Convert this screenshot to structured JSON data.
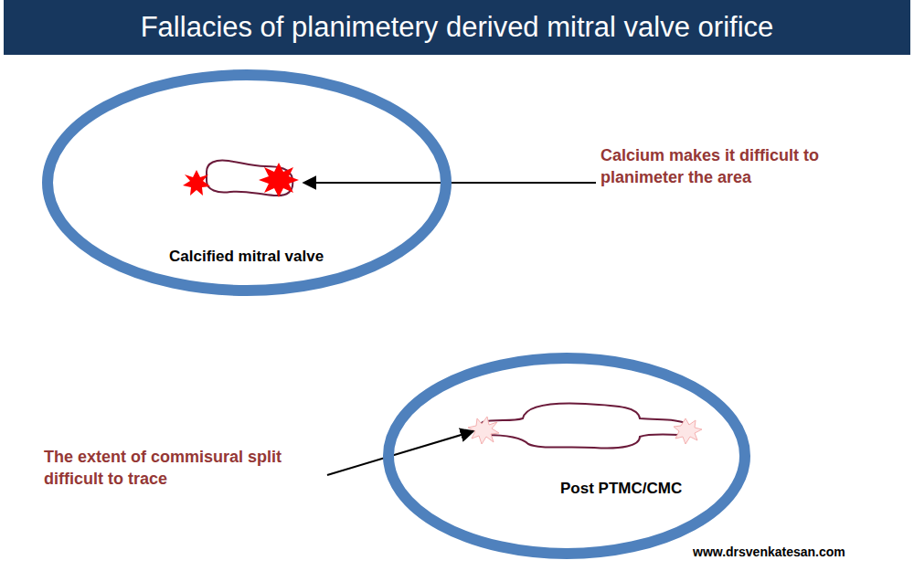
{
  "diagram": {
    "title": "Fallacies of planimetery derived mitral valve orifice",
    "nodes": [
      {
        "text": [
          "Calcified mitral valve"
        ]
      },
      {
        "text": [
          "Post PTMC/CMC"
        ]
      }
    ],
    "labels": [
      "Calcium makes it difficult to planimeter the area",
      "The extent of commisural split difficult to trace",
      "www.drsvenkatesan.com"
    ]
  }
}
